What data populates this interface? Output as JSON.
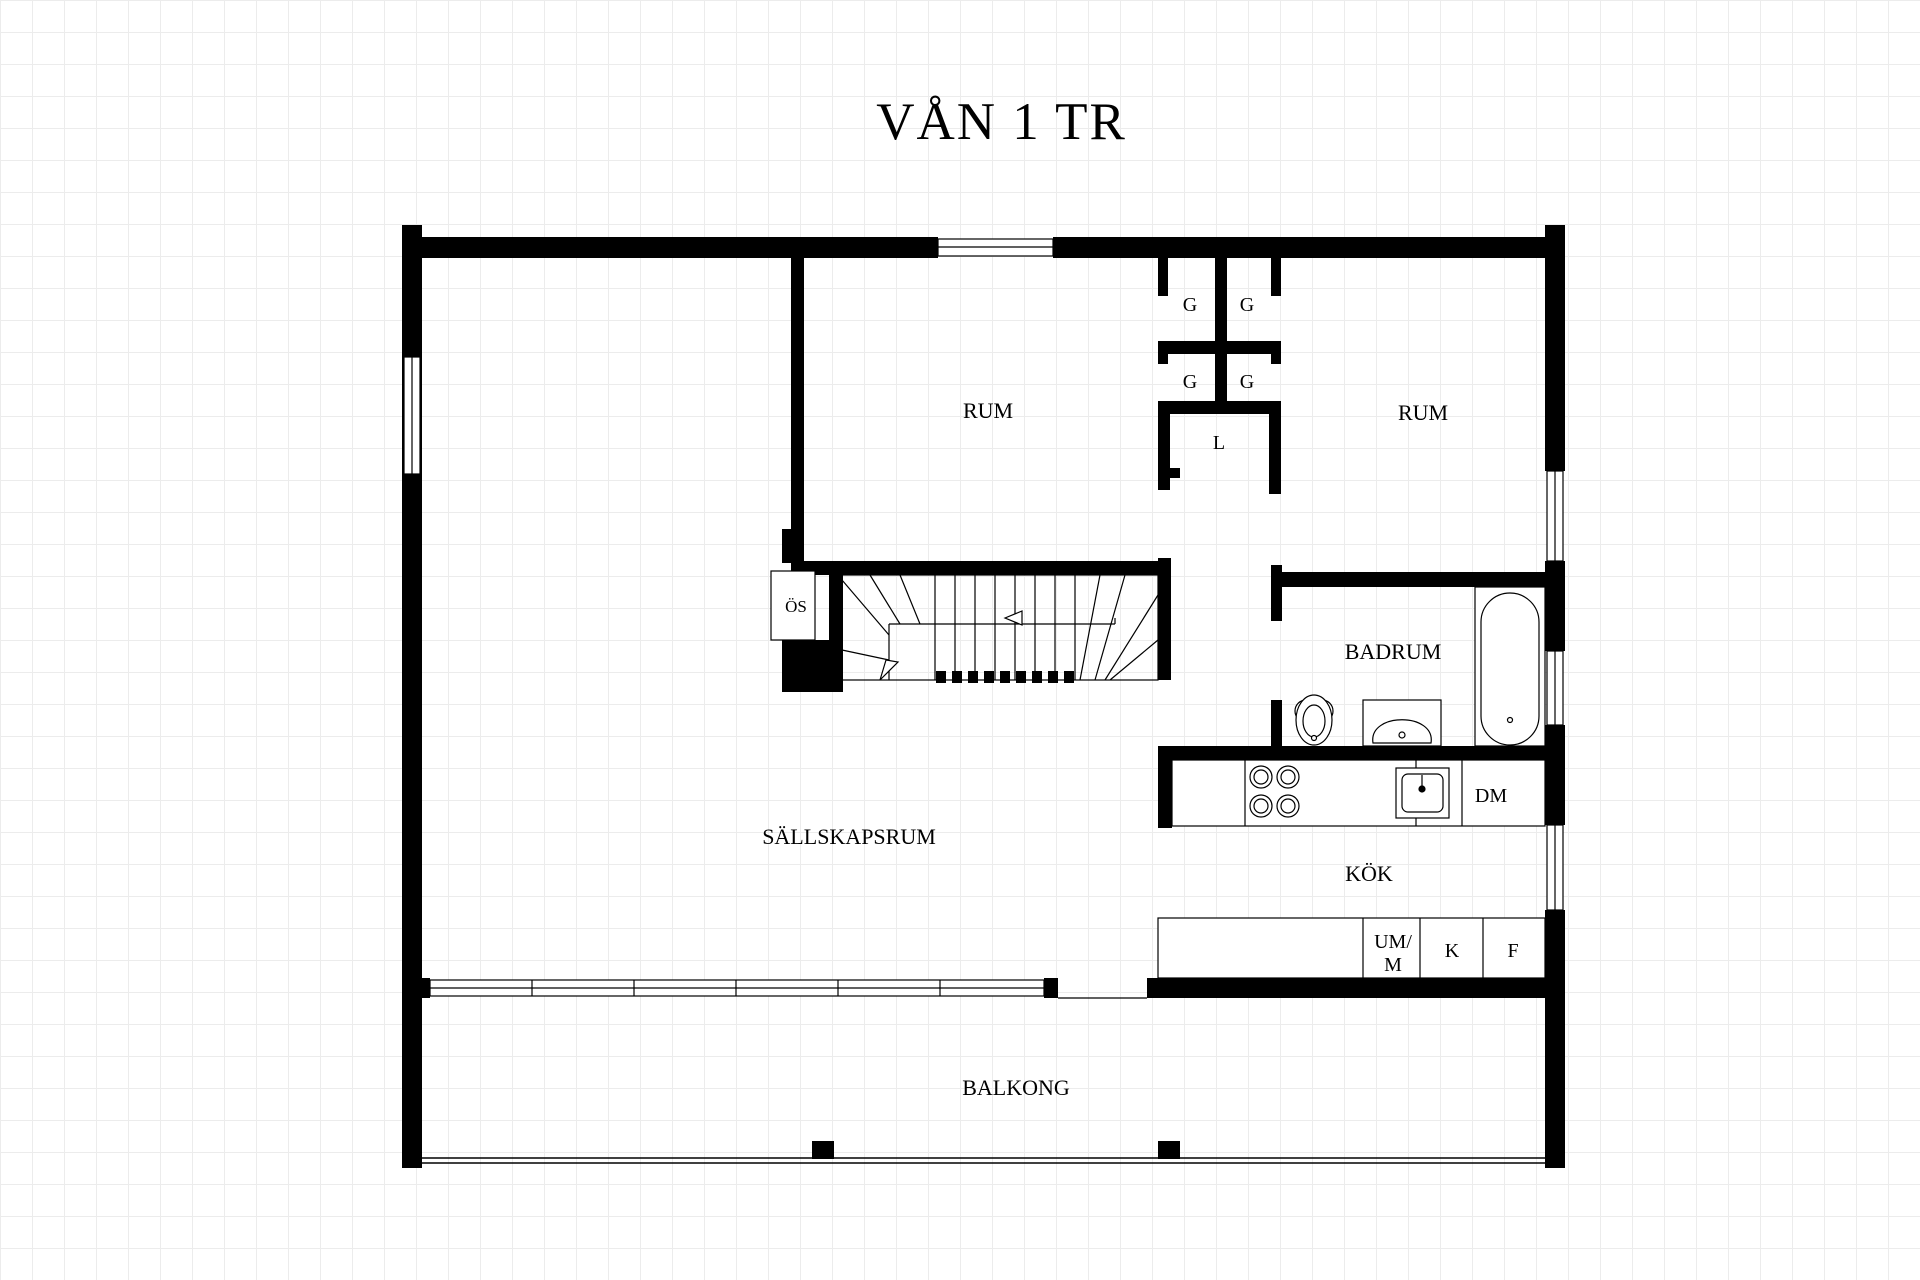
{
  "title": "VÅN 1 TR",
  "rooms": {
    "rum_left": "RUM",
    "rum_right": "RUM",
    "sallskapsrum": "SÄLLSKAPSRUM",
    "badrum": "BADRUM",
    "kok": "KÖK",
    "balkong": "BALKONG",
    "os": "ÖS"
  },
  "closets": {
    "g1": "G",
    "g2": "G",
    "g3": "G",
    "g4": "G",
    "l": "L"
  },
  "appliances": {
    "dm": "DM",
    "um_line1": "UM/",
    "um_line2": "M",
    "k": "K",
    "f": "F"
  },
  "colors": {
    "wall": "#000000",
    "grid": "#ececec",
    "background": "#ffffff"
  }
}
